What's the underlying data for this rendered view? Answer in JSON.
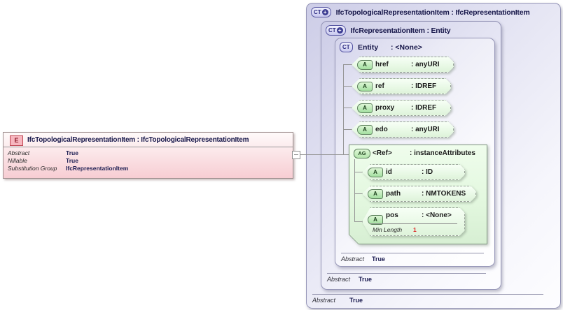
{
  "badges": {
    "element": "E",
    "complex_type": "CT",
    "attribute": "A",
    "attribute_group": "AG",
    "plus": "+"
  },
  "colors": {
    "element_fill": "#f7cdd3",
    "complex_type_fill": "#dcdcf0",
    "attribute_fill": "#e9f9e6",
    "group_fill": "#e2f7de",
    "facet_value_red": "#dd2222",
    "title_navy": "#17174a"
  },
  "element_box": {
    "title": "IfcTopologicalRepresentationItem : IfcTopologicalRepresentationItem",
    "properties": [
      {
        "label": "Abstract",
        "value": "True"
      },
      {
        "label": "Nillable",
        "value": "True"
      },
      {
        "label": "Substitution Group",
        "value": "IfcRepresentationItem"
      }
    ]
  },
  "complex_types": {
    "outer": {
      "title": "IfcTopologicalRepresentationItem : IfcRepresentationItem",
      "abstract": {
        "label": "Abstract",
        "value": "True"
      }
    },
    "middle": {
      "title": "IfcRepresentationItem : Entity",
      "abstract": {
        "label": "Abstract",
        "value": "True"
      }
    },
    "entity": {
      "name": "Entity",
      "type": ": <None>",
      "abstract": {
        "label": "Abstract",
        "value": "True"
      },
      "attributes": [
        {
          "name": "href",
          "type": ": anyURI"
        },
        {
          "name": "ref",
          "type": ": IDREF"
        },
        {
          "name": "proxy",
          "type": ": IDREF"
        },
        {
          "name": "edo",
          "type": ": anyURI"
        }
      ],
      "attribute_group": {
        "name": "<Ref>",
        "type": ": instanceAttributes",
        "attributes": [
          {
            "name": "id",
            "type": ": ID"
          },
          {
            "name": "path",
            "type": ": NMTOKENS"
          },
          {
            "name": "pos",
            "type": ": <None>",
            "facet": {
              "label": "Min Length",
              "value": "1"
            }
          }
        ]
      }
    }
  }
}
